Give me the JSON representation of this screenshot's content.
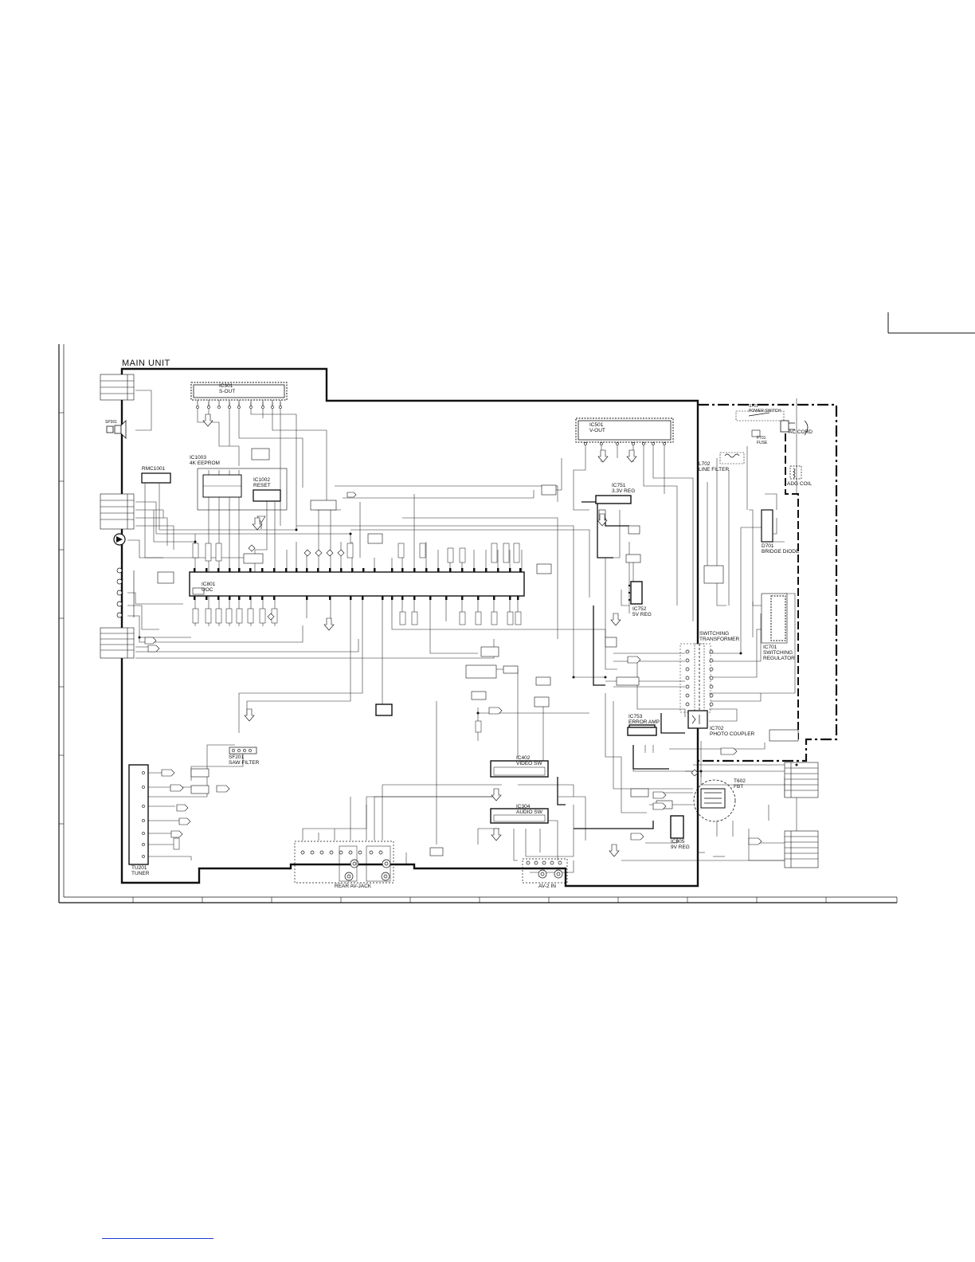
{
  "diagram": {
    "unit_title": "MAIN UNIT",
    "blocks": {
      "ic301": {
        "ref": "IC301",
        "name": "S-OUT"
      },
      "ic501": {
        "ref": "IC501",
        "name": "V-OUT"
      },
      "ic1003": {
        "ref": "IC1003",
        "name": "4K EEPROM"
      },
      "ic1002": {
        "ref": "IC1002",
        "name": "RESET"
      },
      "rmc1001": {
        "ref": "RMC1001"
      },
      "ic801": {
        "ref": "IC801",
        "name": "UOC"
      },
      "ic751": {
        "ref": "IC751",
        "name": "3.3V REG"
      },
      "ic752": {
        "ref": "IC752",
        "name": "5V REG"
      },
      "ic753": {
        "ref": "IC753",
        "name": "ERROR AMP"
      },
      "ic702": {
        "ref": "IC702",
        "name": "PHOTO COUPLER"
      },
      "ic701": {
        "ref": "IC701",
        "name": "SWITCHING REGULATOR"
      },
      "switching_transformer": {
        "name": "SWITCHING TRANSFORMER"
      },
      "d701": {
        "ref": "D701",
        "name": "BRIDGE DIODE"
      },
      "l702": {
        "ref": "L702",
        "name": "LINE FILTER"
      },
      "s701": {
        "ref": "S701",
        "name": "POWER SWITCH"
      },
      "f701": {
        "ref": "F701",
        "name": "FUSE"
      },
      "ac_cord": {
        "name": "AC CORD"
      },
      "adg_coil": {
        "name": "ADG COIL"
      },
      "ic402": {
        "ref": "IC402",
        "name": "VIDEO SW"
      },
      "ic304": {
        "ref": "IC304",
        "name": "AUDIO SW"
      },
      "ic805": {
        "ref": "IC805",
        "name": "9V REG"
      },
      "t602": {
        "ref": "T602",
        "name": "FBT"
      },
      "sf201": {
        "ref": "SF201",
        "name": "SAW FILTER"
      },
      "tu201": {
        "ref": "TU201",
        "name": "TUNER"
      },
      "rear_av_jack": {
        "name": "REAR AV-JACK"
      },
      "av2_in": {
        "name": "AV-2 IN"
      },
      "sp301": {
        "ref": "SP301"
      }
    }
  }
}
